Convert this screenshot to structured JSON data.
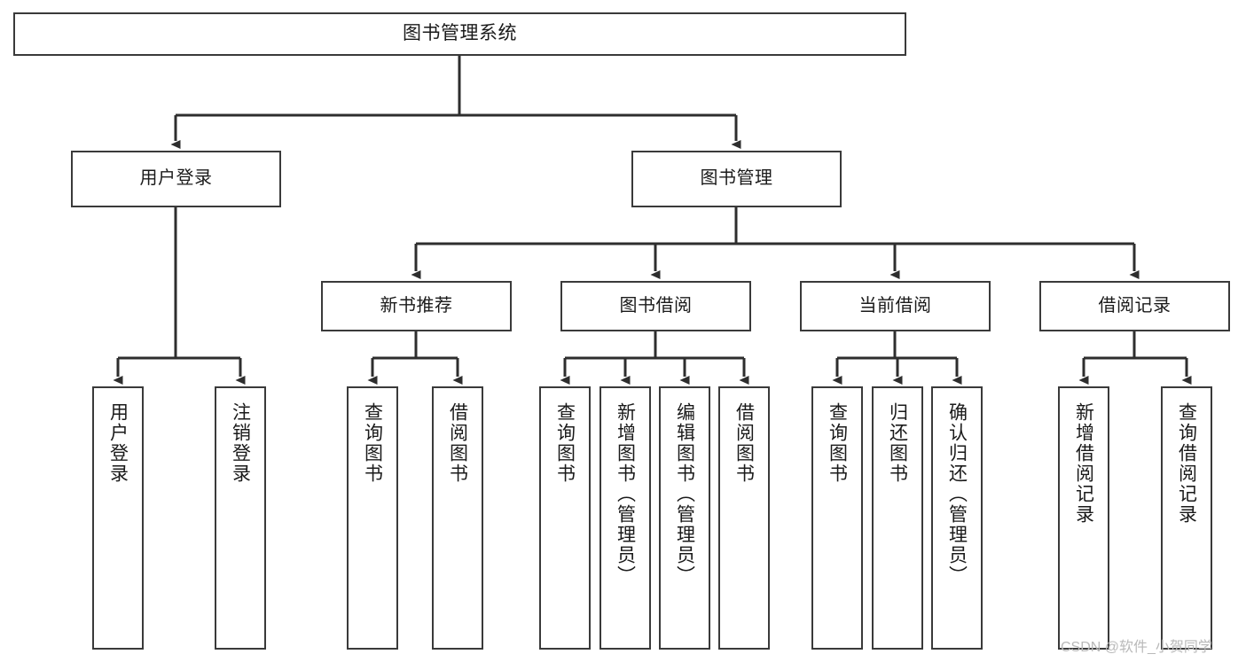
{
  "diagram": {
    "title": "图书管理系统",
    "type": "functional-structure-tree",
    "watermark": "CSDN @软件_小贺同学",
    "accent_color": "#3a3a3a",
    "background_color": "#ffffff",
    "watermark_color": "#b9b9b9"
  },
  "levels": {
    "level1": {
      "label": "图书管理系统"
    },
    "level2": [
      {
        "id": "user-login",
        "label": "用户登录"
      },
      {
        "id": "book-manage",
        "label": "图书管理"
      }
    ],
    "level3": [
      {
        "id": "new-book-rec",
        "label": "新书推荐"
      },
      {
        "id": "book-borrow",
        "label": "图书借阅"
      },
      {
        "id": "current-borrow",
        "label": "当前借阅"
      },
      {
        "id": "borrow-record",
        "label": "借阅记录"
      }
    ],
    "level4": [
      {
        "id": "leaf-user-login",
        "parent": "user-login",
        "label": "用户登录"
      },
      {
        "id": "leaf-logout",
        "parent": "user-login",
        "label": "注销登录"
      },
      {
        "id": "leaf-query-book-a",
        "parent": "new-book-rec",
        "label": "查询图书"
      },
      {
        "id": "leaf-borrow-book-a",
        "parent": "new-book-rec",
        "label": "借阅图书"
      },
      {
        "id": "leaf-query-book-b",
        "parent": "book-borrow",
        "label": "查询图书"
      },
      {
        "id": "leaf-add-book",
        "parent": "book-borrow",
        "label": "新增图书（管理员）"
      },
      {
        "id": "leaf-edit-book",
        "parent": "book-borrow",
        "label": "编辑图书（管理员）"
      },
      {
        "id": "leaf-borrow-book-b",
        "parent": "book-borrow",
        "label": "借阅图书"
      },
      {
        "id": "leaf-query-book-c",
        "parent": "current-borrow",
        "label": "查询图书"
      },
      {
        "id": "leaf-return-book",
        "parent": "current-borrow",
        "label": "归还图书"
      },
      {
        "id": "leaf-confirm-return",
        "parent": "current-borrow",
        "label": "确认归还（管理员）"
      },
      {
        "id": "leaf-add-record",
        "parent": "borrow-record",
        "label": "新增借阅记录"
      },
      {
        "id": "leaf-query-record",
        "parent": "borrow-record",
        "label": "查询借阅记录"
      }
    ]
  }
}
